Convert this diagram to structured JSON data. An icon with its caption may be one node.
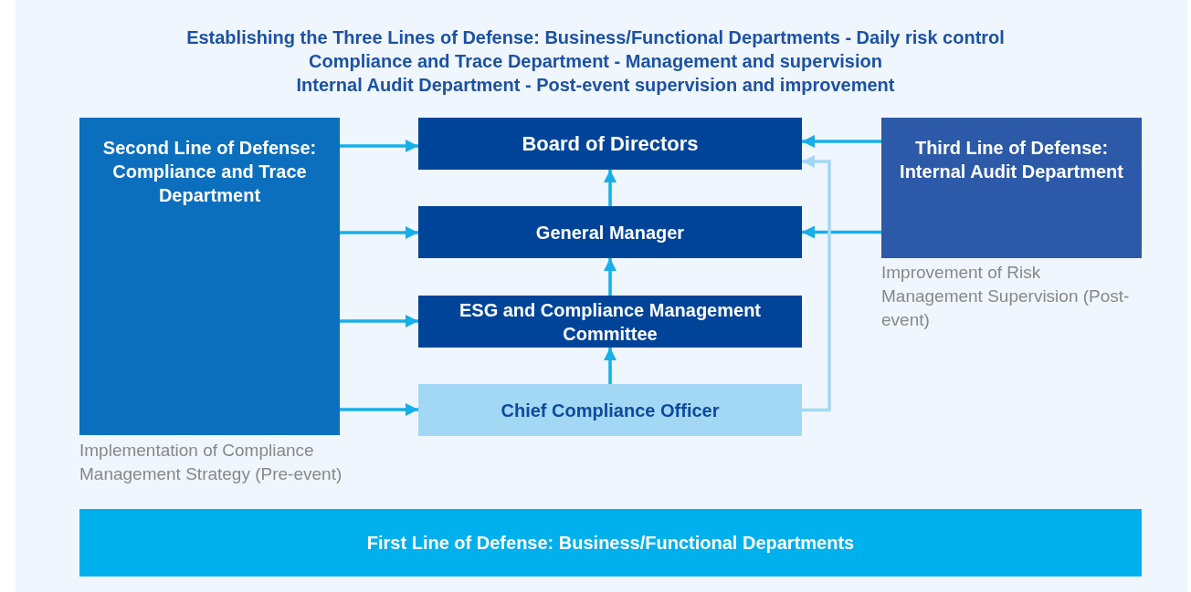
{
  "diagram": {
    "title": "Establishing the Three Lines of Defense: Business/Functional Departments - Daily risk control",
    "nodes": [
      {
        "text": [
          "Second Line of Defense: Compliance and Trace Department"
        ],
        "beside": [
          "Implementation of Compliance Management Strategy (Pre-event)"
        ]
      },
      {
        "text": [
          "Board of Directors"
        ]
      },
      {
        "text": [
          "General Manager"
        ]
      },
      {
        "text": [
          "ESG and Compliance Management Committee"
        ]
      },
      {
        "text": [
          "Chief Compliance Officer"
        ]
      },
      {
        "text": [
          "Third Line of Defense: Internal Audit Department"
        ],
        "beside": [
          "Improvement of Risk Management Supervision (Post-event)"
        ]
      },
      {
        "text": [
          "First Line of Defense: Business/Functional Departments"
        ]
      }
    ],
    "edges": [
      {
        "from": 0,
        "to": 1,
        "arrow": "to"
      },
      {
        "from": 0,
        "to": 2,
        "arrow": "to"
      },
      {
        "from": 0,
        "to": 3,
        "arrow": "to"
      },
      {
        "from": 0,
        "to": 4,
        "arrow": "to"
      },
      {
        "from": 5,
        "to": 1,
        "arrow": "to"
      },
      {
        "from": 5,
        "to": 2,
        "arrow": "to"
      },
      {
        "from": 2,
        "to": 1,
        "arrow": "to"
      },
      {
        "from": 3,
        "to": 2,
        "arrow": "to"
      },
      {
        "from": 4,
        "to": 3,
        "arrow": "to"
      },
      {
        "from": 4,
        "to": 1,
        "arrow": "to",
        "color": "#a3d8f5"
      }
    ],
    "labels": [
      "Compliance and Trace Department - Management and supervision",
      "Internal Audit Department - Post-event supervision and improvement"
    ]
  }
}
